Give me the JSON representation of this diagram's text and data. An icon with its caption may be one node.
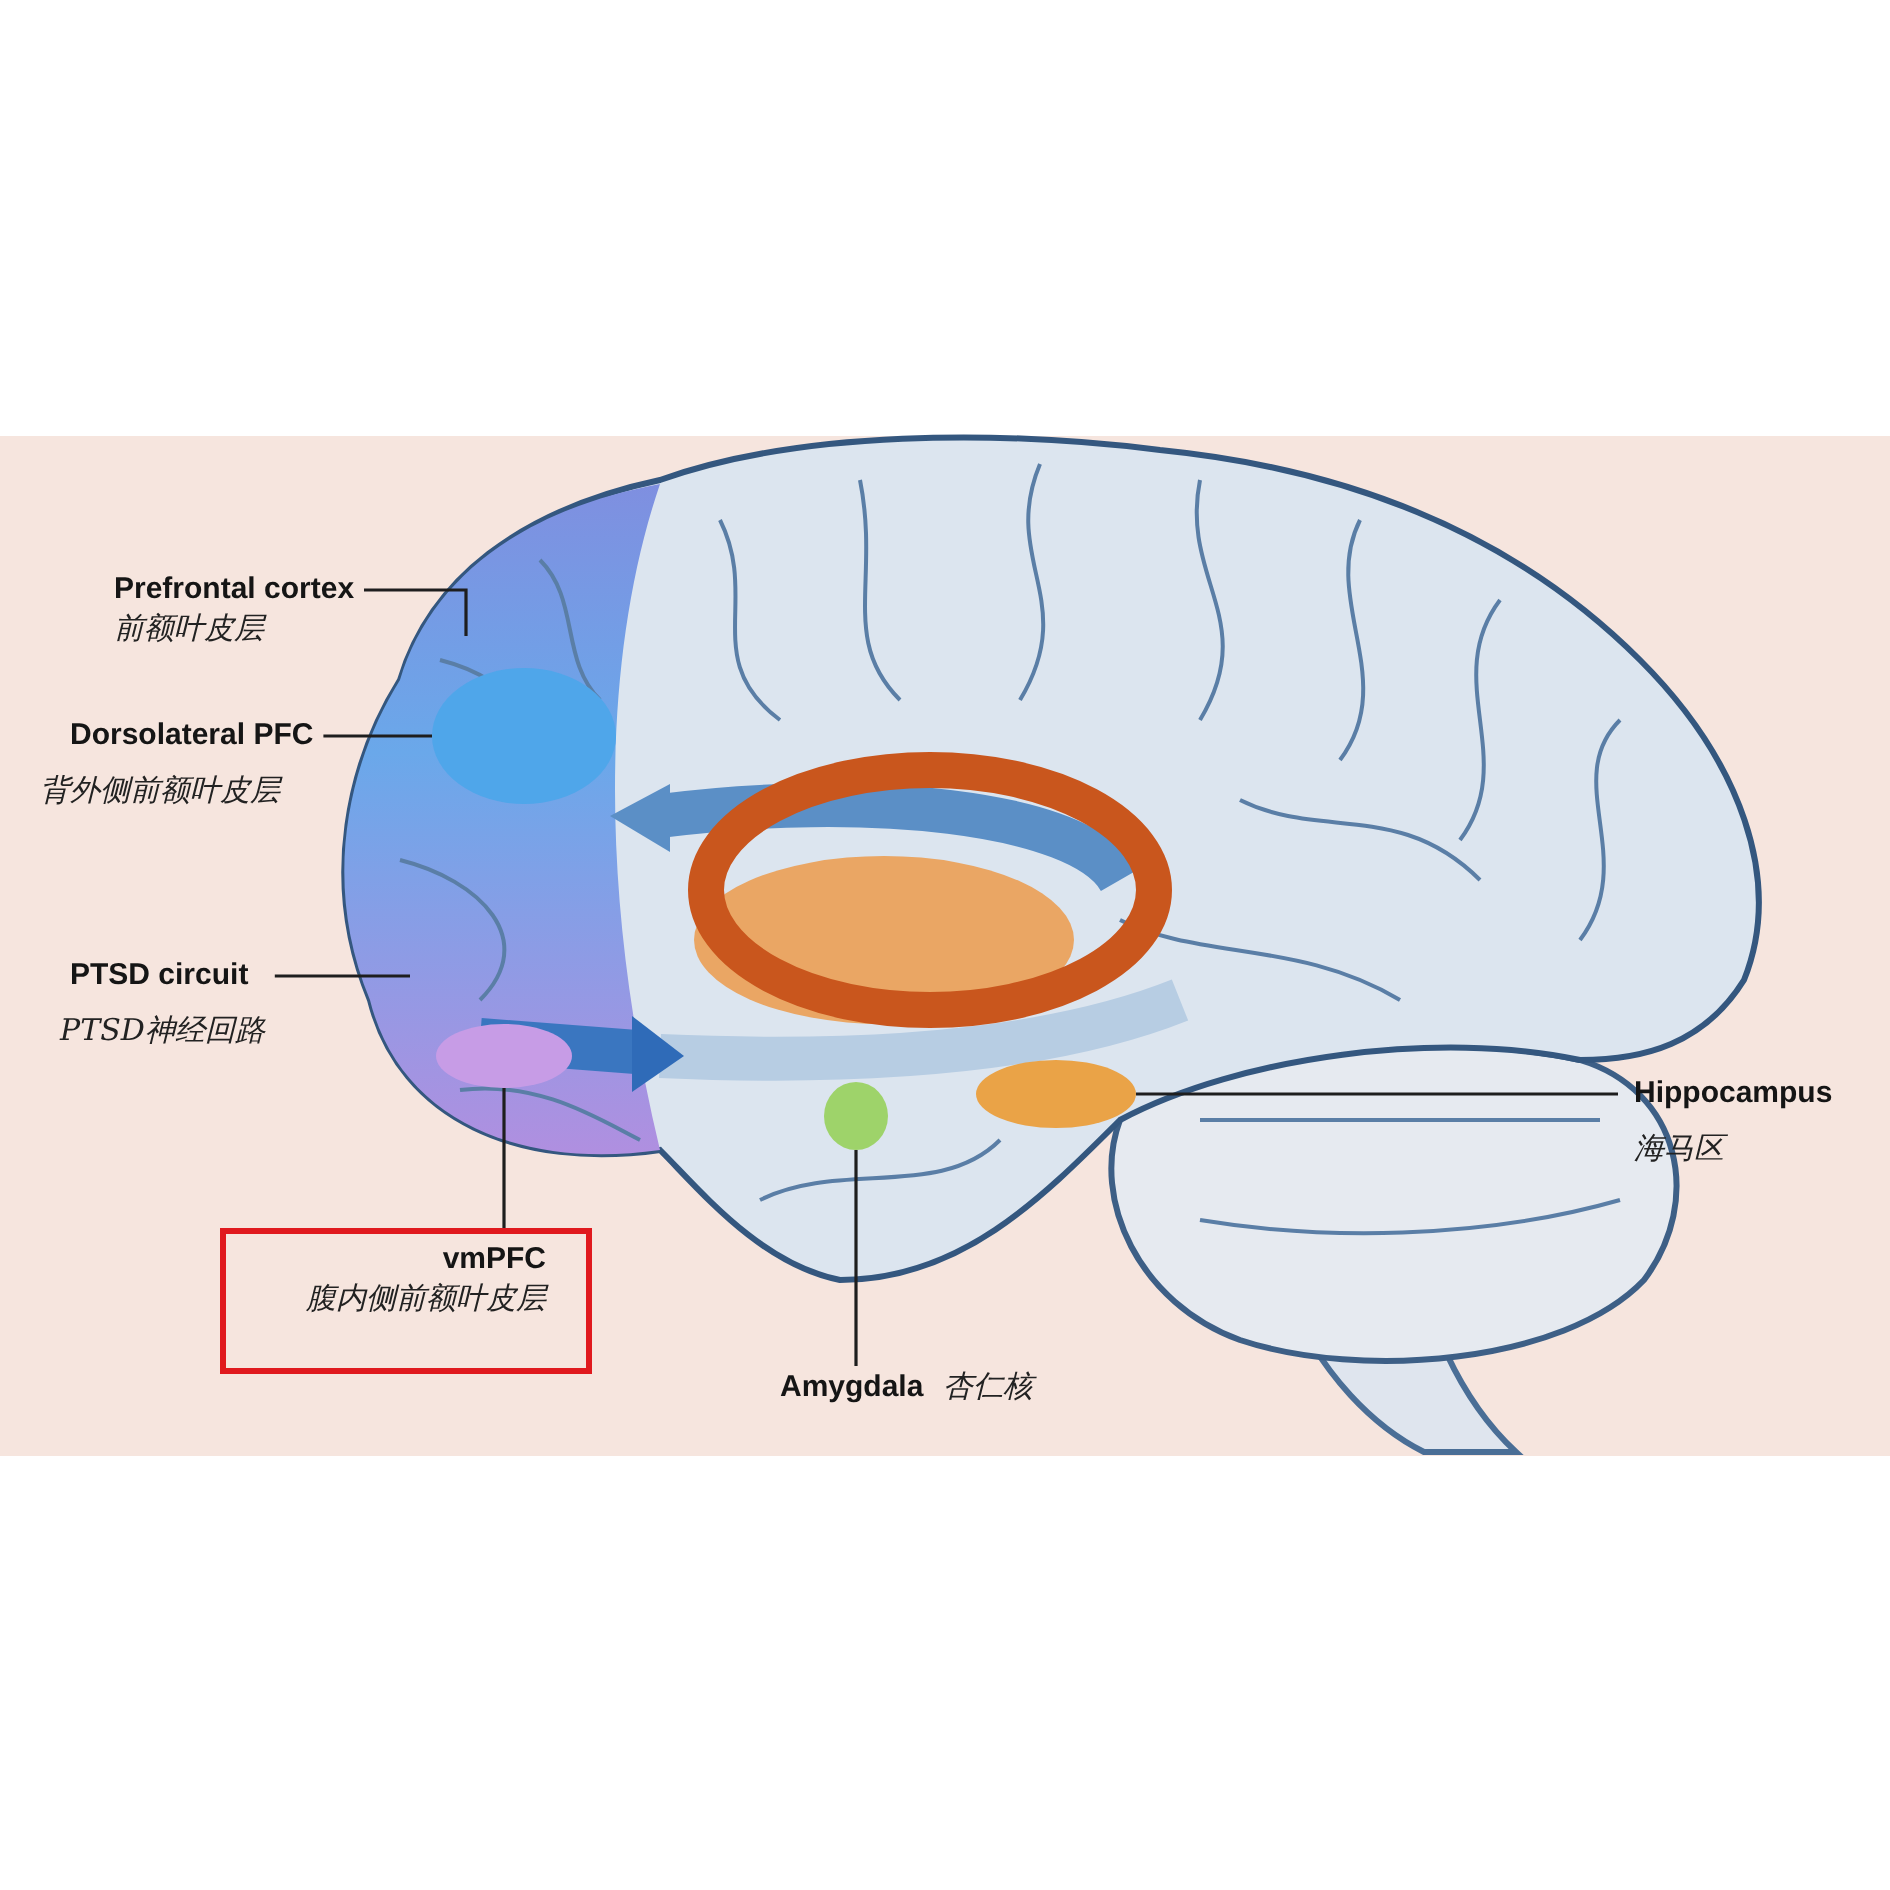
{
  "diagram": {
    "nodes": [
      {
        "text": [
          "Prefrontal cortex",
          "前额叶皮层"
        ]
      },
      {
        "text": [
          "Dorsolateral PFC",
          "背外侧前额叶皮层"
        ]
      },
      {
        "text": [
          "PTSD circuit",
          "PTSD神经回路"
        ]
      },
      {
        "text": [
          "vmPFC",
          "腹内侧前额叶皮层"
        ]
      },
      {
        "text": [
          "Amygdala",
          "杏仁核"
        ]
      },
      {
        "text": [
          "Hippocampus",
          "海马区"
        ]
      },
      {
        "text": [],
        "shape": "circle"
      },
      {
        "text": [],
        "shape": "circle"
      },
      {
        "text": [],
        "shape": "circle"
      },
      {
        "text": [],
        "shape": "circle"
      }
    ],
    "edges": [
      {
        "from": 0,
        "to": null,
        "arrow": "none"
      },
      {
        "from": 1,
        "to": 6,
        "arrow": "none"
      },
      {
        "from": 2,
        "to": null,
        "arrow": "none"
      },
      {
        "from": 3,
        "to": 7,
        "arrow": "none"
      },
      {
        "from": 4,
        "to": 8,
        "arrow": "none"
      },
      {
        "from": 5,
        "to": 9,
        "arrow": "none"
      }
    ]
  }
}
